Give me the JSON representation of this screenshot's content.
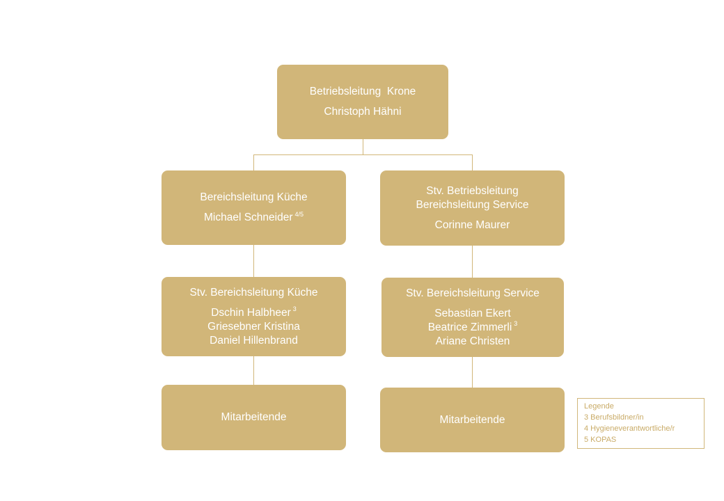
{
  "org_chart": {
    "top": {
      "title": "Betriebsleitung  Krone",
      "name": "Christoph Hähni"
    },
    "kitchen_head": {
      "title": "Bereichsleitung Küche",
      "name": "Michael Schneider",
      "marker": "4/5"
    },
    "service_head": {
      "title1": "Stv. Betriebsleitung",
      "title2": "Bereichsleitung Service",
      "name": "Corinne Maurer"
    },
    "kitchen_deputy": {
      "title": "Stv. Bereichsleitung Küche",
      "members": [
        {
          "name": "Dschin Halbheer",
          "marker": "3"
        },
        {
          "name": "Griesebner Kristina",
          "marker": ""
        },
        {
          "name": "Daniel Hillenbrand",
          "marker": ""
        }
      ]
    },
    "service_deputy": {
      "title": "Stv. Bereichsleitung Service",
      "members": [
        {
          "name": "Sebastian Ekert",
          "marker": ""
        },
        {
          "name": "Beatrice Zimmerli",
          "marker": "3"
        },
        {
          "name": "Ariane Christen",
          "marker": ""
        }
      ]
    },
    "kitchen_staff": {
      "label": "Mitarbeitende"
    },
    "service_staff": {
      "label": "Mitarbeitende"
    }
  },
  "legend": {
    "title": "Legende",
    "items": [
      "3 Berufsbildner/in",
      "4 Hygieneverantwortliche/r",
      "5 KOPAS"
    ]
  },
  "colors": {
    "box": "#d1b679",
    "text": "#ffffff",
    "legend_text": "#c9ab67"
  }
}
